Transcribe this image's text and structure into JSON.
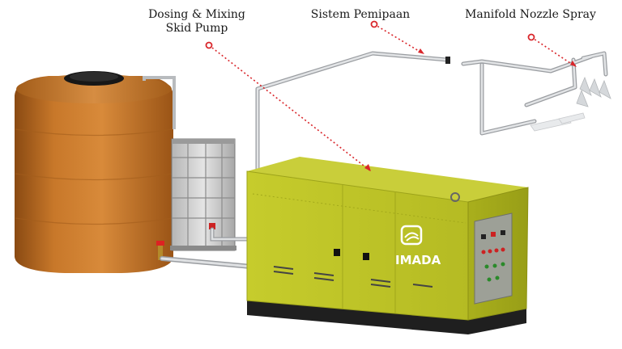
{
  "labels": {
    "dosing_line1": "Dosing & Mixing",
    "dosing_line2": "Skid Pump",
    "piping": "Sistem Pemipaan",
    "manifold": "Manifold Nozzle Spray"
  },
  "brand": {
    "text": "IMADA"
  },
  "colors": {
    "callout_red": "#d9262b",
    "skid_green": "#bcc32a",
    "tank_orange": "#c0711f",
    "pipe_grey": "#c9cccf",
    "panel_grey": "#9da097"
  }
}
